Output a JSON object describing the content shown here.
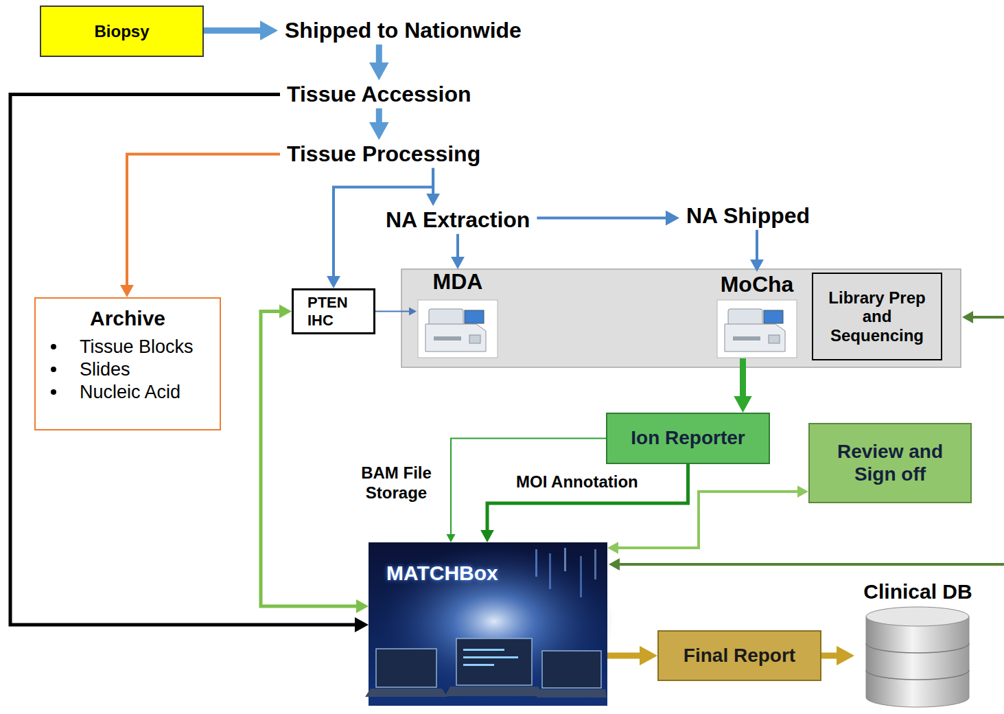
{
  "diagram": {
    "nodes": [
      {
        "text": [
          "Biopsy"
        ]
      },
      {
        "text": [
          "Shipped to Nationwide"
        ]
      },
      {
        "text": [
          "Tissue Accession"
        ]
      },
      {
        "text": [
          "Tissue Processing"
        ]
      },
      {
        "text": [
          "NA Extraction"
        ]
      },
      {
        "text": [
          "NA Shipped"
        ]
      },
      {
        "text": [
          "MDA"
        ]
      },
      {
        "text": [
          "MoCha"
        ]
      },
      {
        "text": [
          "Library Prep and Sequencing"
        ]
      },
      {
        "text": [
          "PTEN IHC"
        ]
      },
      {
        "text": [
          "Archive",
          "Tissue Blocks",
          "Slides",
          "Nucleic Acid"
        ]
      },
      {
        "text": [
          "Ion Reporter"
        ]
      },
      {
        "text": [
          "Review and Sign off"
        ]
      },
      {
        "text": [
          "MATCHBox"
        ]
      },
      {
        "text": [
          "Final Report"
        ]
      },
      {
        "text": [
          "Clinical DB"
        ]
      }
    ],
    "edges": [
      {
        "from": 0,
        "to": 1,
        "arrow": "to"
      },
      {
        "from": 1,
        "to": 2,
        "arrow": "to"
      },
      {
        "from": 2,
        "to": 3,
        "arrow": "to"
      },
      {
        "from": 2,
        "to": 13,
        "arrow": "to"
      },
      {
        "from": 3,
        "to": 10,
        "arrow": "to"
      },
      {
        "from": 3,
        "to": 9,
        "arrow": "to"
      },
      {
        "from": 3,
        "to": 4,
        "arrow": "to"
      },
      {
        "from": 4,
        "to": 5,
        "arrow": "to"
      },
      {
        "from": 4,
        "to": 6,
        "arrow": "to"
      },
      {
        "from": 5,
        "to": 7,
        "arrow": "to"
      },
      {
        "from": 9,
        "to": 6,
        "arrow": "to"
      },
      {
        "from": 7,
        "to": 11,
        "arrow": "to"
      },
      {
        "from": 11,
        "to": 13,
        "label": "BAM File Storage",
        "arrow": "to"
      },
      {
        "from": 11,
        "to": 13,
        "label": "MOI Annotation",
        "arrow": "to"
      },
      {
        "from": 13,
        "to": 12,
        "arrow": "both"
      },
      {
        "from": 9,
        "to": 13,
        "arrow": "both"
      },
      {
        "from": 13,
        "to": 14,
        "arrow": "to"
      },
      {
        "from": 14,
        "to": 15,
        "arrow": "to"
      }
    ]
  }
}
